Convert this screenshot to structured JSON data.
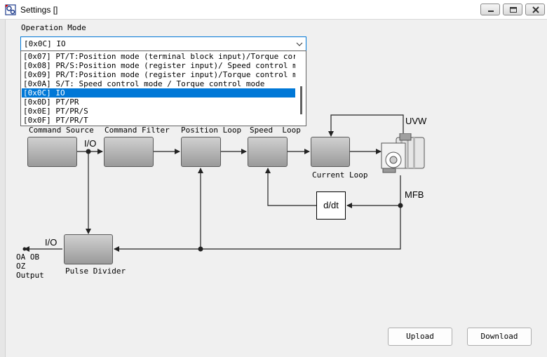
{
  "window": {
    "title": "Settings []"
  },
  "operation_mode": {
    "label": "Operation Mode",
    "selected": "[0x0C] IO",
    "options": [
      "[0x07] PT/T:Position mode (terminal block input)/Torque cor",
      "[0x08] PR/S:Position mode (register input)/ Speed control m",
      "[0x09] PR/T:Position mode (register input)/Torque control m",
      "[0x0A] S/T: Speed control mode / Torque control mode",
      "[0x0C] IO",
      "[0x0D] PT/PR",
      "[0x0E] PT/PR/S",
      "[0x0F] PT/PR/T"
    ]
  },
  "diagram": {
    "command_source": "Command Source",
    "command_filter": "Command Filter",
    "position_loop": "Position Loop",
    "speed_loop": "Speed  Loop",
    "current_loop": "Current Loop",
    "pulse_divider": "Pulse Divider",
    "io_top": "I/O",
    "io_bottom": "I/O",
    "uvw": "UVW",
    "mfb": "MFB",
    "ddt": "d/dt",
    "oa_ob": "OA OB",
    "oz": "OZ",
    "output": "Output"
  },
  "buttons": {
    "upload": "Upload",
    "download": "Download"
  },
  "colors": {
    "selection": "#0078d7",
    "block_top": "#d0d0d0",
    "block_bottom": "#9a9a9a",
    "background": "#f0f0f0"
  }
}
